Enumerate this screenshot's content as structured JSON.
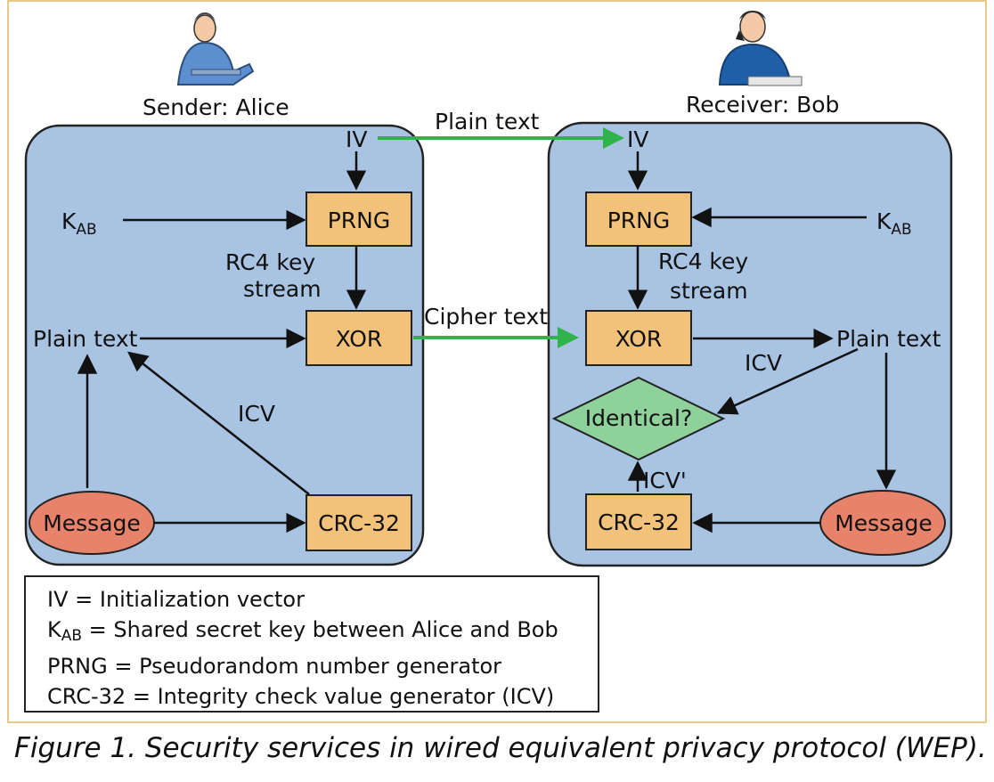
{
  "sender": {
    "title": "Sender: Alice",
    "iv": "IV",
    "key": "K",
    "key_sub": "AB",
    "prng": "PRNG",
    "rc4_line1": "RC4 key",
    "rc4_line2": "stream",
    "xor": "XOR",
    "plaintext": "Plain text",
    "icv": "ICV",
    "message": "Message",
    "crc": "CRC-32"
  },
  "receiver": {
    "title": "Receiver: Bob",
    "iv": "IV",
    "key": "K",
    "key_sub": "AB",
    "prng": "PRNG",
    "rc4_line1": "RC4 key",
    "rc4_line2": "stream",
    "xor": "XOR",
    "plaintext": "Plain text",
    "icv": "ICV",
    "identical": "Identical?",
    "icv_prime": "ICV'",
    "message": "Message",
    "crc": "CRC-32"
  },
  "channel": {
    "plaintext": "Plain text",
    "ciphertext": "Cipher text"
  },
  "legend": {
    "line1": "IV = Initialization vector",
    "line2_key": "K",
    "line2_sub": "AB",
    "line2_rest": " = Shared secret key between Alice and Bob",
    "line3": "PRNG = Pseudorandom number generator",
    "line4": "CRC-32 = Integrity check value generator (ICV)"
  },
  "caption": "Figure 1. Security services in wired equivalent privacy protocol (WEP).",
  "colors": {
    "panel": "#a9c3e3",
    "box": "#f2c27a",
    "message": "#e8836b",
    "diamond": "#8fd19a",
    "channel_arrow": "#2fb34a",
    "frame": "#e8c98a"
  },
  "icons": {
    "alice": "person-at-desk-icon",
    "bob": "person-on-phone-icon"
  }
}
